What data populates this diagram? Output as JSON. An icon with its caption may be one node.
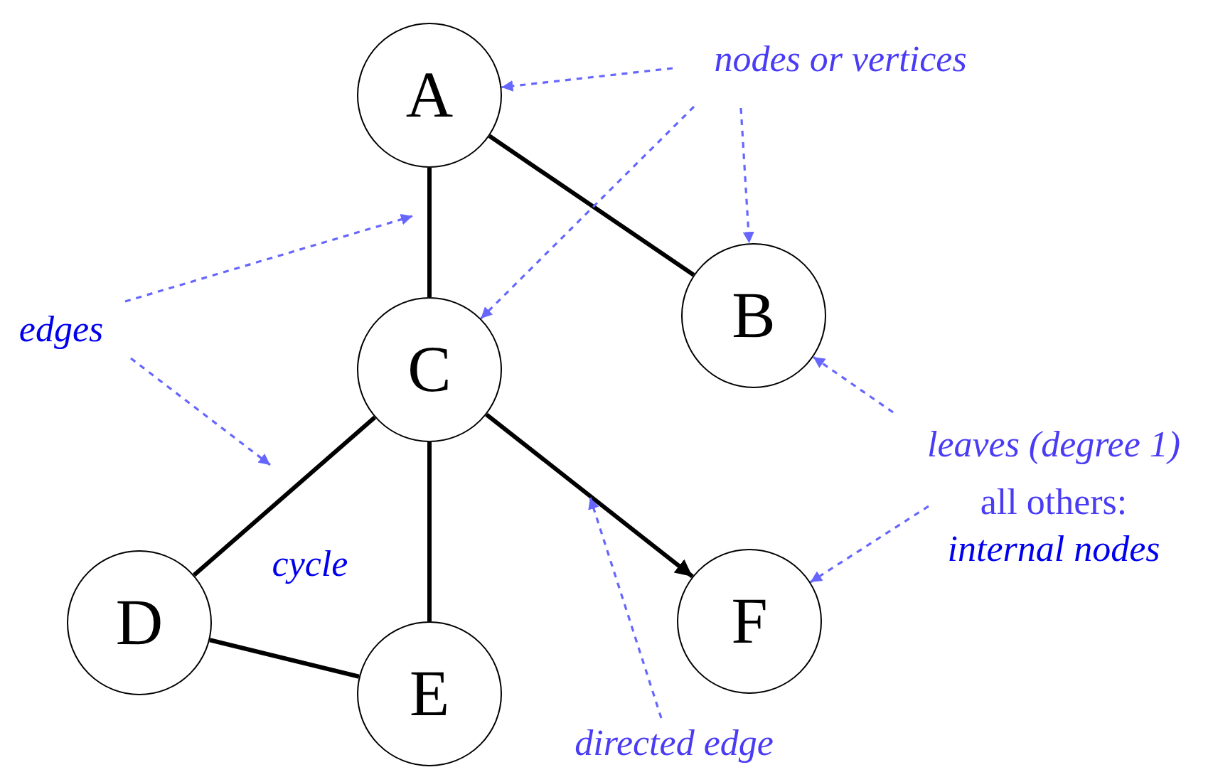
{
  "diagram": {
    "nodes": [
      {
        "text": [
          "A"
        ]
      },
      {
        "text": [
          "B"
        ]
      },
      {
        "text": [
          "C"
        ]
      },
      {
        "text": [
          "D"
        ]
      },
      {
        "text": [
          "E"
        ]
      },
      {
        "text": [
          "F"
        ]
      },
      {
        "text": [
          "nodes or vertices"
        ]
      },
      {
        "text": [
          "edges"
        ]
      },
      {
        "text": [
          "leaves (degree 1)"
        ]
      },
      {
        "text": [
          "all others:",
          "internal nodes"
        ]
      },
      {
        "text": [
          "directed edge"
        ]
      }
    ],
    "edges": [
      {
        "from": 0,
        "to": 2,
        "arrow": "none",
        "color": "#000000"
      },
      {
        "from": 0,
        "to": 1,
        "arrow": "none",
        "color": "#000000"
      },
      {
        "from": 2,
        "to": 3,
        "arrow": "none",
        "color": "#000000"
      },
      {
        "from": 2,
        "to": 4,
        "arrow": "none",
        "color": "#000000"
      },
      {
        "from": 2,
        "to": 5,
        "arrow": "to",
        "color": "#000000"
      },
      {
        "from": 3,
        "to": 4,
        "arrow": "none",
        "color": "#000000"
      },
      {
        "from": 6,
        "to": 0,
        "arrow": "to",
        "style": "dashed"
      },
      {
        "from": 6,
        "to": 2,
        "arrow": "to",
        "style": "dashed"
      },
      {
        "from": 6,
        "to": 1,
        "arrow": "to",
        "style": "dashed"
      },
      {
        "from": 7,
        "to": null,
        "arrow": "to",
        "style": "dashed"
      },
      {
        "from": 7,
        "to": null,
        "arrow": "to",
        "style": "dashed"
      },
      {
        "from": 8,
        "to": 1,
        "arrow": "to",
        "style": "dashed"
      },
      {
        "from": 9,
        "to": 5,
        "arrow": "to",
        "style": "dashed"
      },
      {
        "from": 10,
        "to": null,
        "arrow": "to",
        "style": "dashed"
      }
    ],
    "labels": [
      "cycle"
    ]
  }
}
